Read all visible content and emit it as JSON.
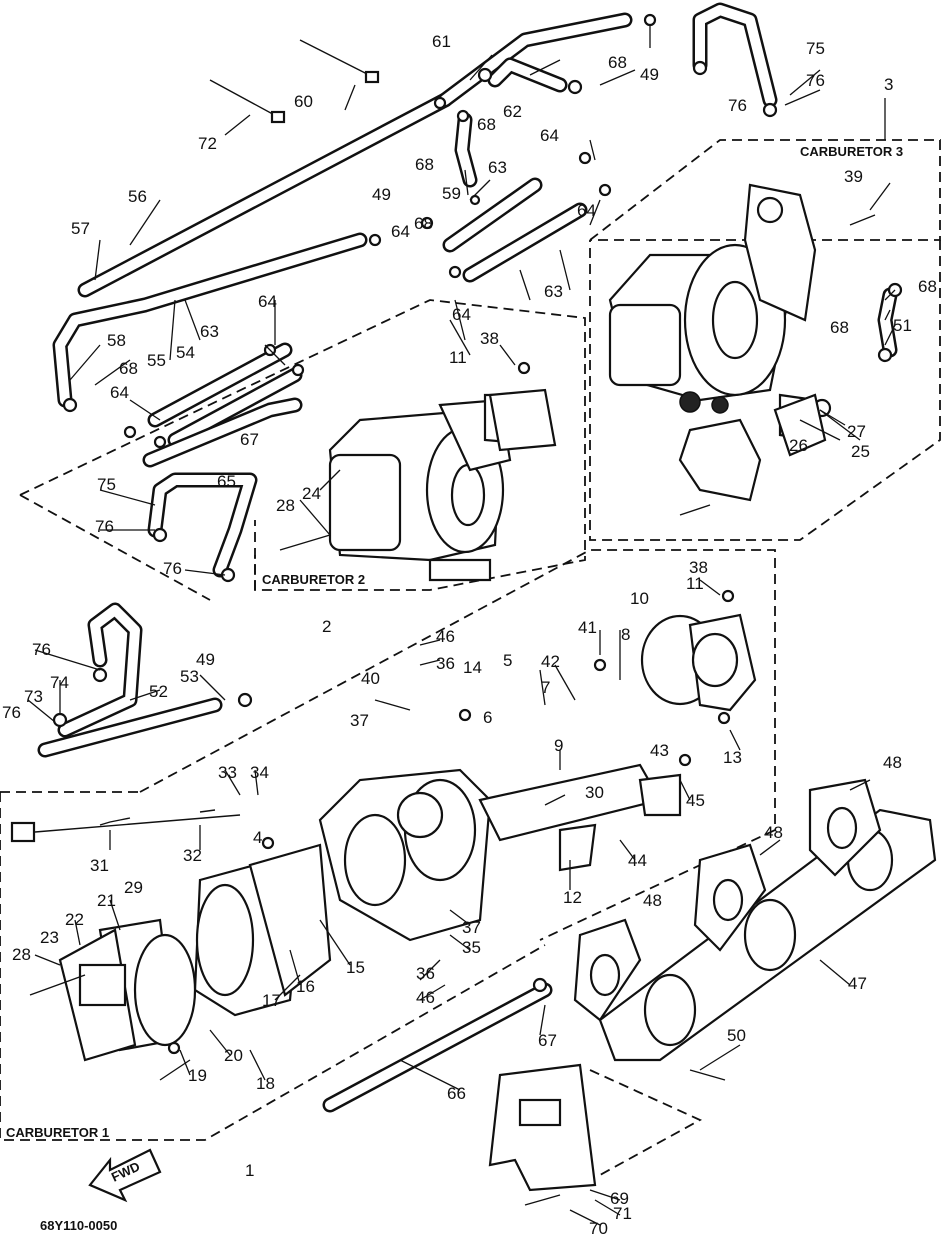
{
  "drawing_code": "68Y110-0050",
  "fwd_label": "FWD",
  "groups": [
    {
      "label": "CARBURETOR 1",
      "number": "1"
    },
    {
      "label": "CARBURETOR 2",
      "number": "2"
    },
    {
      "label": "CARBURETOR 3",
      "number": "3"
    }
  ],
  "callouts": [
    "4",
    "5",
    "6",
    "7",
    "8",
    "9",
    "10",
    "11",
    "11",
    "12",
    "13",
    "14",
    "15",
    "16",
    "17",
    "18",
    "19",
    "20",
    "21",
    "22",
    "23",
    "24",
    "25",
    "26",
    "27",
    "28",
    "28",
    "29",
    "30",
    "31",
    "32",
    "33",
    "34",
    "35",
    "36",
    "36",
    "37",
    "37",
    "38",
    "38",
    "39",
    "40",
    "41",
    "42",
    "43",
    "44",
    "45",
    "46",
    "46",
    "47",
    "48",
    "48",
    "48",
    "49",
    "49",
    "49",
    "50",
    "51",
    "52",
    "53",
    "54",
    "55",
    "56",
    "57",
    "58",
    "59",
    "60",
    "61",
    "62",
    "63",
    "63",
    "63",
    "64",
    "64",
    "64",
    "64",
    "64",
    "64",
    "65",
    "66",
    "67",
    "67",
    "68",
    "68",
    "68",
    "68",
    "68",
    "68",
    "68",
    "69",
    "70",
    "71",
    "72",
    "73",
    "74",
    "75",
    "75",
    "76",
    "76",
    "76",
    "76",
    "76",
    "76"
  ]
}
